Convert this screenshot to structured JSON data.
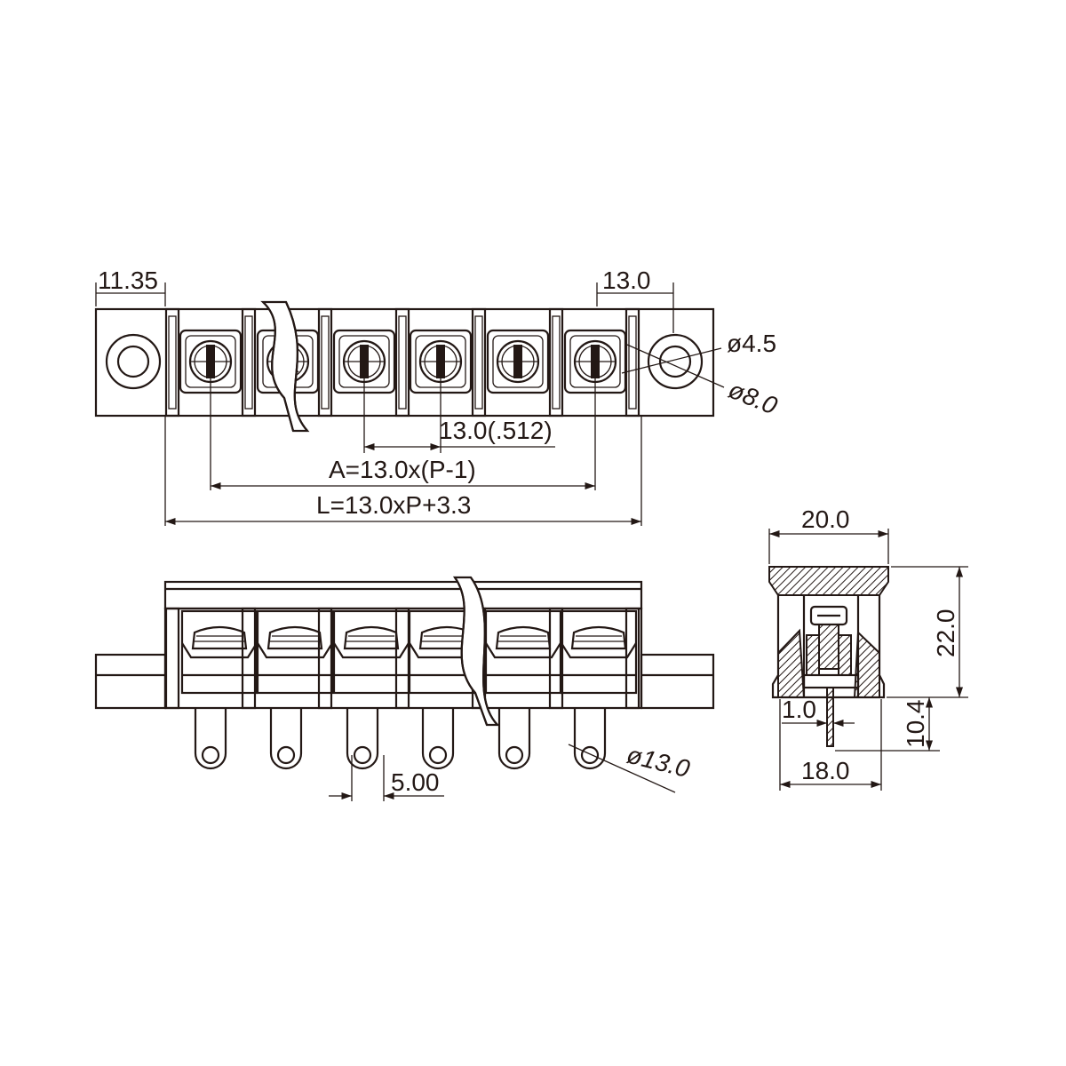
{
  "colors": {
    "line": "#231815",
    "background": "#ffffff"
  },
  "top_view": {
    "dim_left_offset": "11.35",
    "dim_right_offset": "13.0",
    "dim_hole_inner": "ø4.5",
    "dim_hole_outer": "ø8.0",
    "dim_pitch": "13.0(.512)",
    "dim_a": "A=13.0x(P-1)",
    "dim_l": "L=13.0xP+3.3"
  },
  "front_view": {
    "dim_pin_spacing": "5.00",
    "dim_pin_hole": "ø13.0"
  },
  "side_view": {
    "dim_width": "20.0",
    "dim_height": "22.0",
    "dim_pin_thickness": "1.0",
    "dim_pin_length": "10.4",
    "dim_base_width": "18.0"
  }
}
